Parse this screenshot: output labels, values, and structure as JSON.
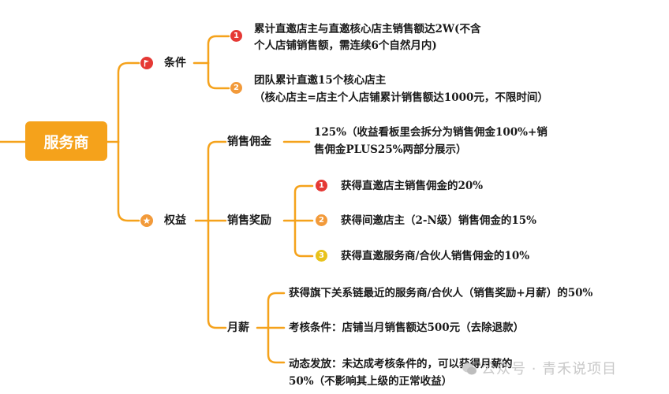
{
  "root": {
    "label": "服务商"
  },
  "branches": {
    "conditions": {
      "label": "条件",
      "icon": "flag-icon",
      "items": [
        {
          "badge": "1",
          "line1": "累计直邀店主与直邀核心店主销售额达2W(不含",
          "line2": "个人店铺销售额，需连续6个自然月内)"
        },
        {
          "badge": "2",
          "line1": "团队累计直邀15个核心店主",
          "line2": "（核心店主=店主个人店铺累计销售额达1000元，不限时间）"
        }
      ]
    },
    "benefits": {
      "label": "权益",
      "icon": "star-icon",
      "commission": {
        "label": "销售佣金",
        "line1": "125%（收益看板里会拆分为销售佣金100%+销",
        "line2": "售佣金PLUS25%两部分展示）"
      },
      "reward": {
        "label": "销售奖励",
        "items": [
          {
            "badge": "1",
            "text": "获得直邀店主销售佣金的20%"
          },
          {
            "badge": "2",
            "text": "获得间邀店主（2-N级）销售佣金的15%"
          },
          {
            "badge": "3",
            "text": "获得直邀服务商/合伙人销售佣金的10%"
          }
        ]
      },
      "salary": {
        "label": "月薪",
        "items": [
          {
            "line1": "获得旗下关系链最近的服务商/合伙人（销售奖励+月薪）的50%"
          },
          {
            "line1": "考核条件：店铺当月销售额达500元（去除退款）"
          },
          {
            "line1": "动态发放：未达成考核条件的，可以获得月薪的",
            "line2": "50%（不影响其上级的正常收益）"
          }
        ]
      }
    }
  },
  "watermark": {
    "text": "公众号 · 青禾说项目"
  },
  "colors": {
    "line": "#f5a21b",
    "root_fill": "#f5a21b",
    "badge_red": "#e53935",
    "badge_orange": "#f29a3a",
    "badge_yellow": "#e8c21b"
  }
}
